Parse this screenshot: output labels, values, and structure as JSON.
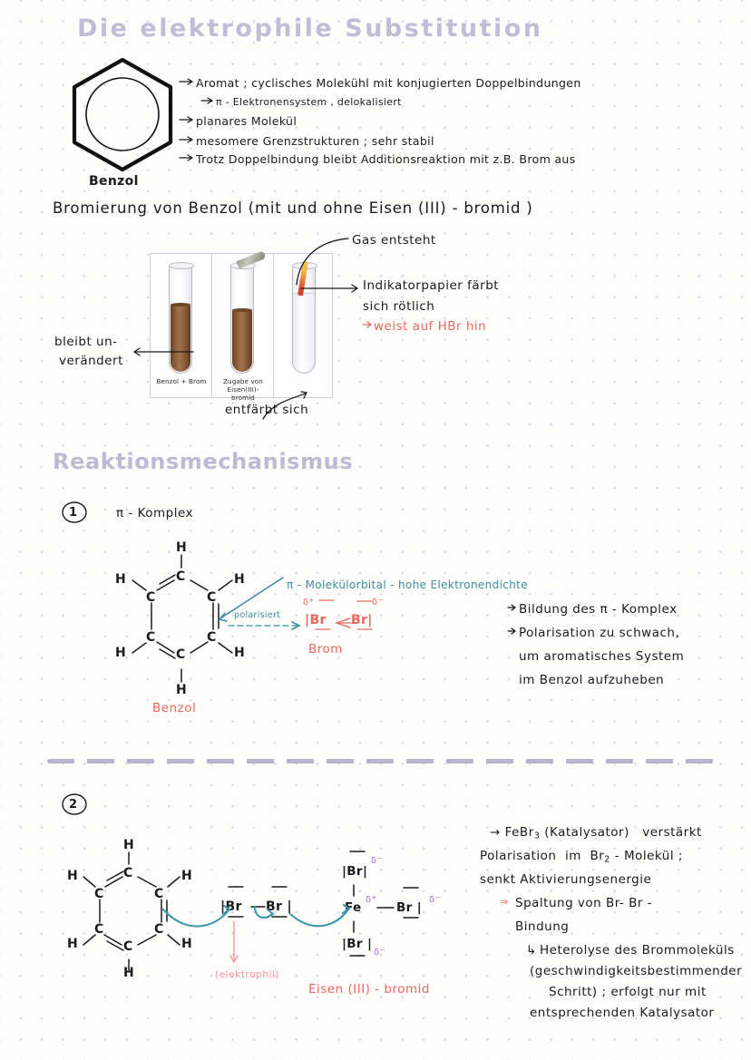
{
  "page": {
    "title": "Die elektrophile Substitution",
    "background_color": "#fdfdfb",
    "dot_grid_color": "#d8d5dd",
    "heading_color": "#c3bcd6"
  },
  "intro": {
    "molecule_label": "Benzol",
    "bullets": [
      "Aromat ; cyclisches  Molekühl  mit konjugierten  Doppelbindungen",
      "π - Elektronensystem ,  delokalisiert",
      "planares   Molekül",
      "mesomere  Grenzstrukturen ;  sehr  stabil",
      "Trotz Doppelbindung  bleibt  Additionsreaktion mit z.B. Brom  aus"
    ]
  },
  "experiment": {
    "heading": "Bromierung  von  Benzol   (mit  und  ohne  Eisen (III) - bromid )",
    "tubes": [
      {
        "label_line1": "Benzol + Brom",
        "label_line2": ""
      },
      {
        "label_line1": "Zugabe von",
        "label_line2": "Eisen(III)-bromid"
      },
      {
        "label_line1": "",
        "label_line2": ""
      }
    ],
    "annotations": {
      "gas": "Gas entsteht",
      "left_line1": "bleibt  un-",
      "left_line2": "verändert",
      "indicator_line1": "Indikatorpapier   färbt",
      "indicator_line2": "sich  rötlich",
      "indicator_line3": "weist  auf  HBr  hin",
      "decolorize": "entfärbt  sich"
    }
  },
  "mechanism": {
    "heading": "Reaktionsmechanismus",
    "step1": {
      "number": "1",
      "title": "π - Komplex",
      "molecule_label": "Benzol",
      "atom_labels": {
        "h": "H",
        "c": "C"
      },
      "orbital_note": "π - Molekülorbital - hohe  Elektronendichte",
      "polarized_note": "polarisiert",
      "bromine_label": "Brom",
      "br_left": "Br",
      "br_right": "Br",
      "delta_plus": "δ",
      "delta_plus_sign": "+",
      "delta_minus": "δ",
      "delta_minus_sign": "−",
      "notes": [
        "Bildung  des  π - Komplex",
        "Polarisation  zu  schwach,",
        "um  aromatisches  System",
        "im   Benzol  aufzuheben"
      ]
    },
    "step2": {
      "number": "2",
      "molecule_label": "Eisen (III) - bromid",
      "electrophile_label": "(elektrophil)",
      "br_label": "Br",
      "fe_label": "Fe",
      "notes": [
        "FeBr₃ (Katalysator)   verstärkt",
        "Polarisation  im   Br₂ - Molekül ;",
        "senkt  Aktivierungsenergie",
        "Spaltung  von   Br- Br -",
        "Bindung",
        "Heterolyse   des   Brommoleküls",
        "(geschwindigkeitsbestimmender",
        "Schritt) ; erfolgt  nur   mit",
        "entsprechenden   Katalysator"
      ]
    }
  },
  "colors": {
    "lavender": "#c3bcd6",
    "red": "#e8685f",
    "pink": "#ef9a9a",
    "teal": "#3f8ca3",
    "purple": "#a06cc4",
    "brown_liquid": "#8a5c3b"
  }
}
